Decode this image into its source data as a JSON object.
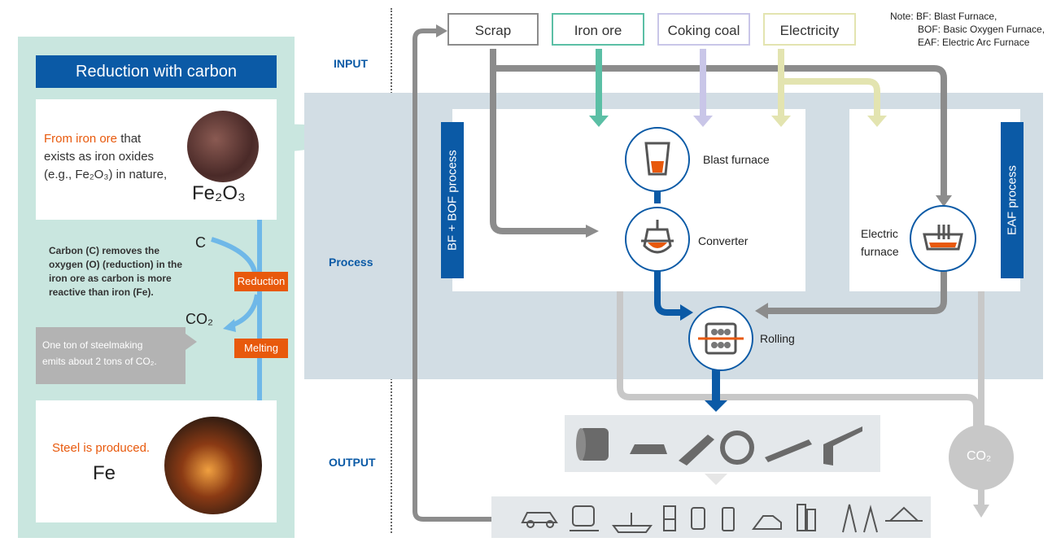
{
  "left_panel": {
    "title": "Reduction with carbon",
    "iron_ore_highlight": "From iron ore",
    "iron_ore_text_1": " that",
    "iron_ore_text_2": "exists as iron oxides",
    "iron_ore_text_3": "(e.g., Fe₂O₃) in nature,",
    "iron_ore_formula": "Fe₂O₃",
    "carbon_symbol": "C",
    "co2_symbol": "CO₂",
    "carbon_note_1": "Carbon (C) removes the",
    "carbon_note_2": "oxygen (O) (reduction) in the",
    "carbon_note_3": "iron ore as carbon is more",
    "carbon_note_4": "reactive than iron (Fe).",
    "reduction_tag": "Reduction",
    "melting_tag": "Melting",
    "emission_note_1": "One ton of steelmaking",
    "emission_note_2": "emits about 2 tons of CO₂.",
    "steel_highlight": "Steel is produced.",
    "steel_formula": "Fe"
  },
  "row_labels": {
    "input": "INPUT",
    "process": "Process",
    "output": "OUTPUT"
  },
  "inputs": [
    {
      "label": "Scrap",
      "color": "#8c8c8c"
    },
    {
      "label": "Iron ore",
      "color": "#5bbfa5"
    },
    {
      "label": "Coking coal",
      "color": "#c9c6e8"
    },
    {
      "label": "Electricity",
      "color": "#e3e4b0"
    }
  ],
  "note": {
    "line1": "Note:  BF: Blast Furnace,",
    "line2": "BOF: Basic Oxygen Furnace,",
    "line3": "EAF: Electric Arc Furnace"
  },
  "processes": {
    "bf_bof": "BF + BOF process",
    "eaf": "EAF process",
    "blast_furnace": "Blast furnace",
    "converter": "Converter",
    "electric_furnace_1": "Electric",
    "electric_furnace_2": "furnace",
    "rolling": "Rolling"
  },
  "output_co2": "CO₂",
  "colors": {
    "accent_blue": "#0b5aa6",
    "orange": "#e8590c",
    "band": "#d2dde4",
    "panel": "#c9e6df"
  }
}
